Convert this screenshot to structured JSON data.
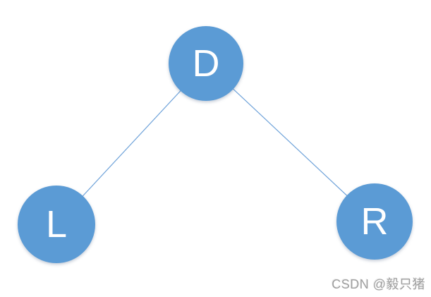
{
  "diagram": {
    "background": "#ffffff",
    "node_fill": "#5b9bd5",
    "edge_color": "#6ea2d9",
    "label_color": "#ffffff",
    "nodes": [
      {
        "id": "D",
        "label": "D"
      },
      {
        "id": "L",
        "label": "L"
      },
      {
        "id": "R",
        "label": "R"
      }
    ],
    "edges": [
      {
        "from": "D",
        "to": "L"
      },
      {
        "from": "D",
        "to": "R"
      }
    ]
  },
  "watermark": {
    "text": "CSDN @毅只猪",
    "color": "#9e9e9e"
  }
}
